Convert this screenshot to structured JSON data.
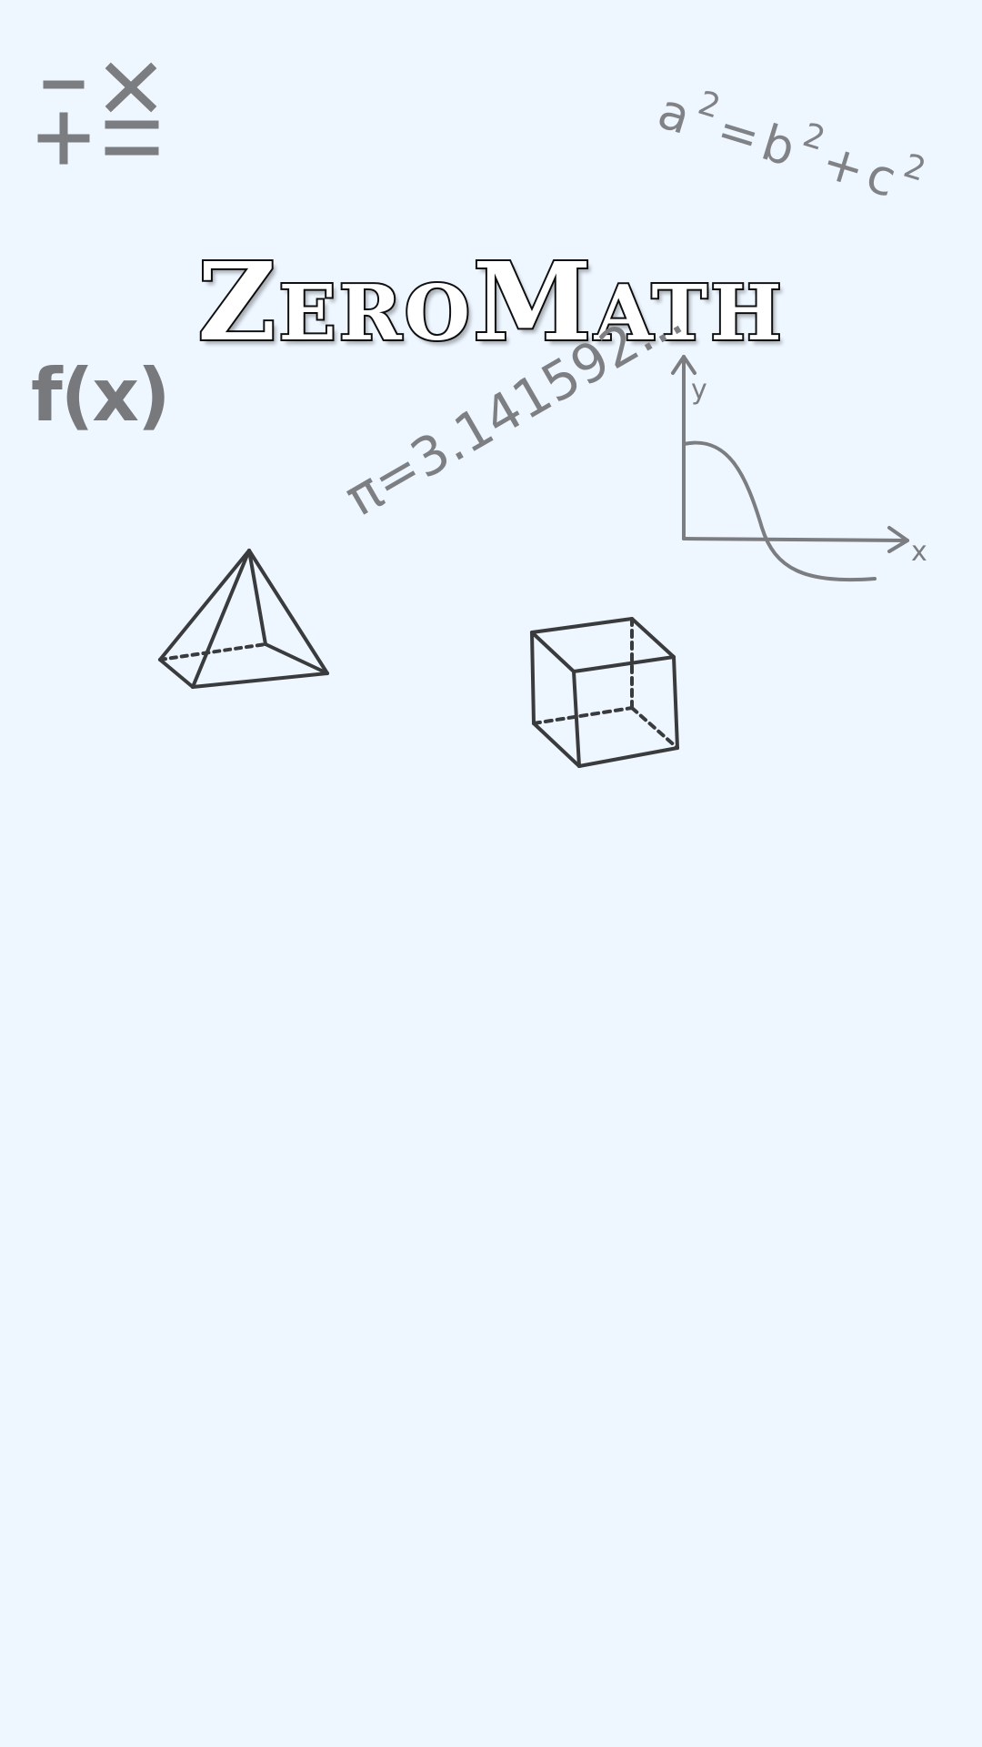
{
  "app": {
    "title": "ZeroMath"
  },
  "doodles": {
    "operators_icon": "math-operators-icon",
    "pythagoras": {
      "a": "a",
      "eq": "=",
      "b": "b",
      "plus": "+",
      "c": "c",
      "exp": "2"
    },
    "function": "f(x)",
    "pi": "π=3.141592...",
    "graph": {
      "y_label": "y",
      "x_label": "x"
    },
    "pyramid_icon": "pyramid-icon",
    "cube_icon": "cube-icon"
  },
  "colors": {
    "background": "#eef6ff",
    "doodle": "#7b7d80",
    "title_fill": "#ffffff",
    "title_stroke": "#111111"
  }
}
